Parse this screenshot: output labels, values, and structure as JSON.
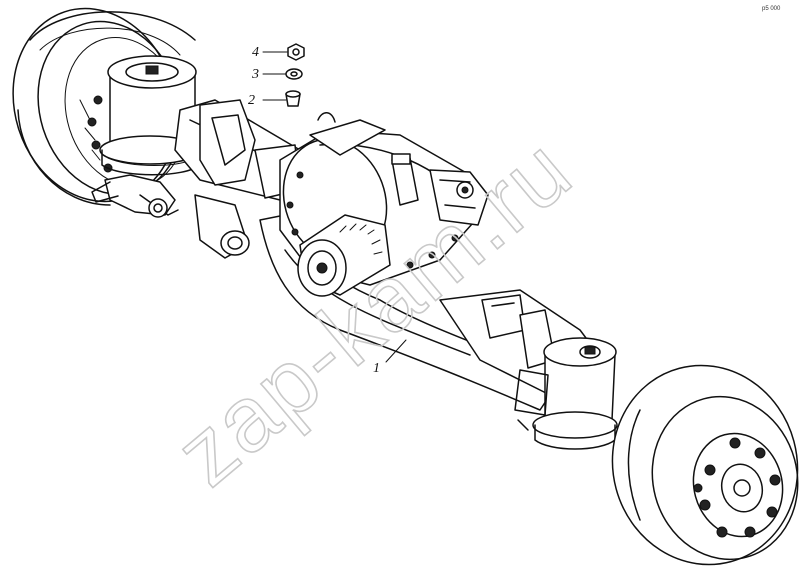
{
  "diagram": {
    "corner_code": "р5 000",
    "watermark": "zap-kam.ru",
    "callouts": [
      {
        "id": "1",
        "label": "1"
      },
      {
        "id": "2",
        "label": "2"
      },
      {
        "id": "3",
        "label": "3"
      },
      {
        "id": "4",
        "label": "4"
      }
    ]
  }
}
